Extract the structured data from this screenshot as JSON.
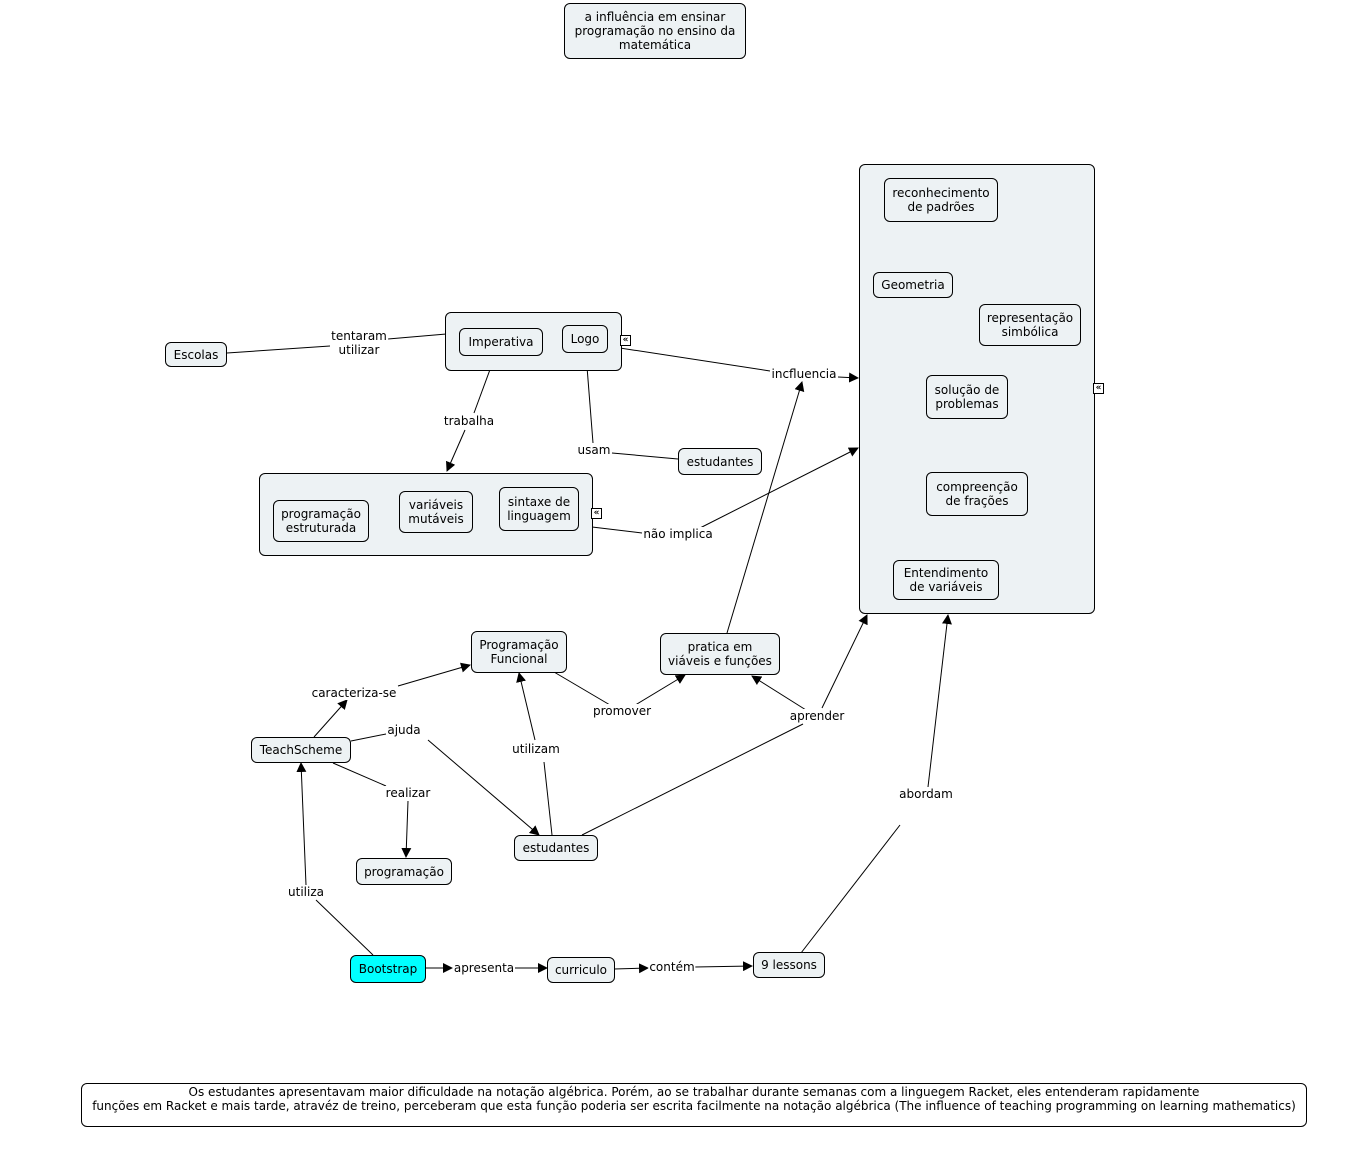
{
  "title": "a influência em ensinar\nprogramação no ensino da\nmatemática",
  "nodes": {
    "escolas": "Escolas",
    "imperativa": "Imperativa",
    "logo": "Logo",
    "estudantes_top": "estudantes",
    "programacao_estruturada": "programação\nestruturada",
    "variaveis_mutaveis": "variáveis\nmutáveis",
    "sintaxe_linguagem": "sintaxe de\nlinguagem",
    "reconhecimento_padroes": "reconhecimento\nde padrões",
    "geometria": "Geometria",
    "representacao_simbolica": "representação\nsimbólica",
    "solucao_problemas": "solução de\nproblemas",
    "compreencao_fracoes": "compreenção\nde frações",
    "entendimento_variaveis": "Entendimento\nde variáveis",
    "programacao_funcional": "Programação\nFuncional",
    "pratica_viaveis_funcoes": "pratica em\nviáveis e funções",
    "teachscheme": "TeachScheme",
    "estudantes_bottom": "estudantes",
    "programacao": "programação",
    "bootstrap": "Bootstrap",
    "curriculo": "curriculo",
    "nine_lessons": "9 lessons"
  },
  "links": {
    "tentaram_utilizar": "tentaram\nutilizar",
    "incfluencia": "incfluencia",
    "trabalha": "trabalha",
    "usam": "usam",
    "nao_implica": "não implica",
    "caracteriza_se": "caracteriza-se",
    "promover": "promover",
    "ajuda": "ajuda",
    "utilizam": "utilizam",
    "aprender": "aprender",
    "realizar": "realizar",
    "utiliza": "utiliza",
    "abordam": "abordam",
    "apresenta": "apresenta",
    "contem": "contém"
  },
  "expander_icon": "«",
  "note": "Os estudantes apresentavam maior dificuldade na notação algébrica. Porém, ao se trabalhar durante semanas com a linguegem Racket, eles entenderam rapidamente\nfunções em Racket e mais tarde, atravéz de treino, perceberam que esta função poderia ser escrita facilmente na notação algébrica (The influence of teaching programming on learning mathematics)",
  "colors": {
    "node_fill": "#edf2f4",
    "highlight": "#00ffff",
    "line": "#000000"
  }
}
